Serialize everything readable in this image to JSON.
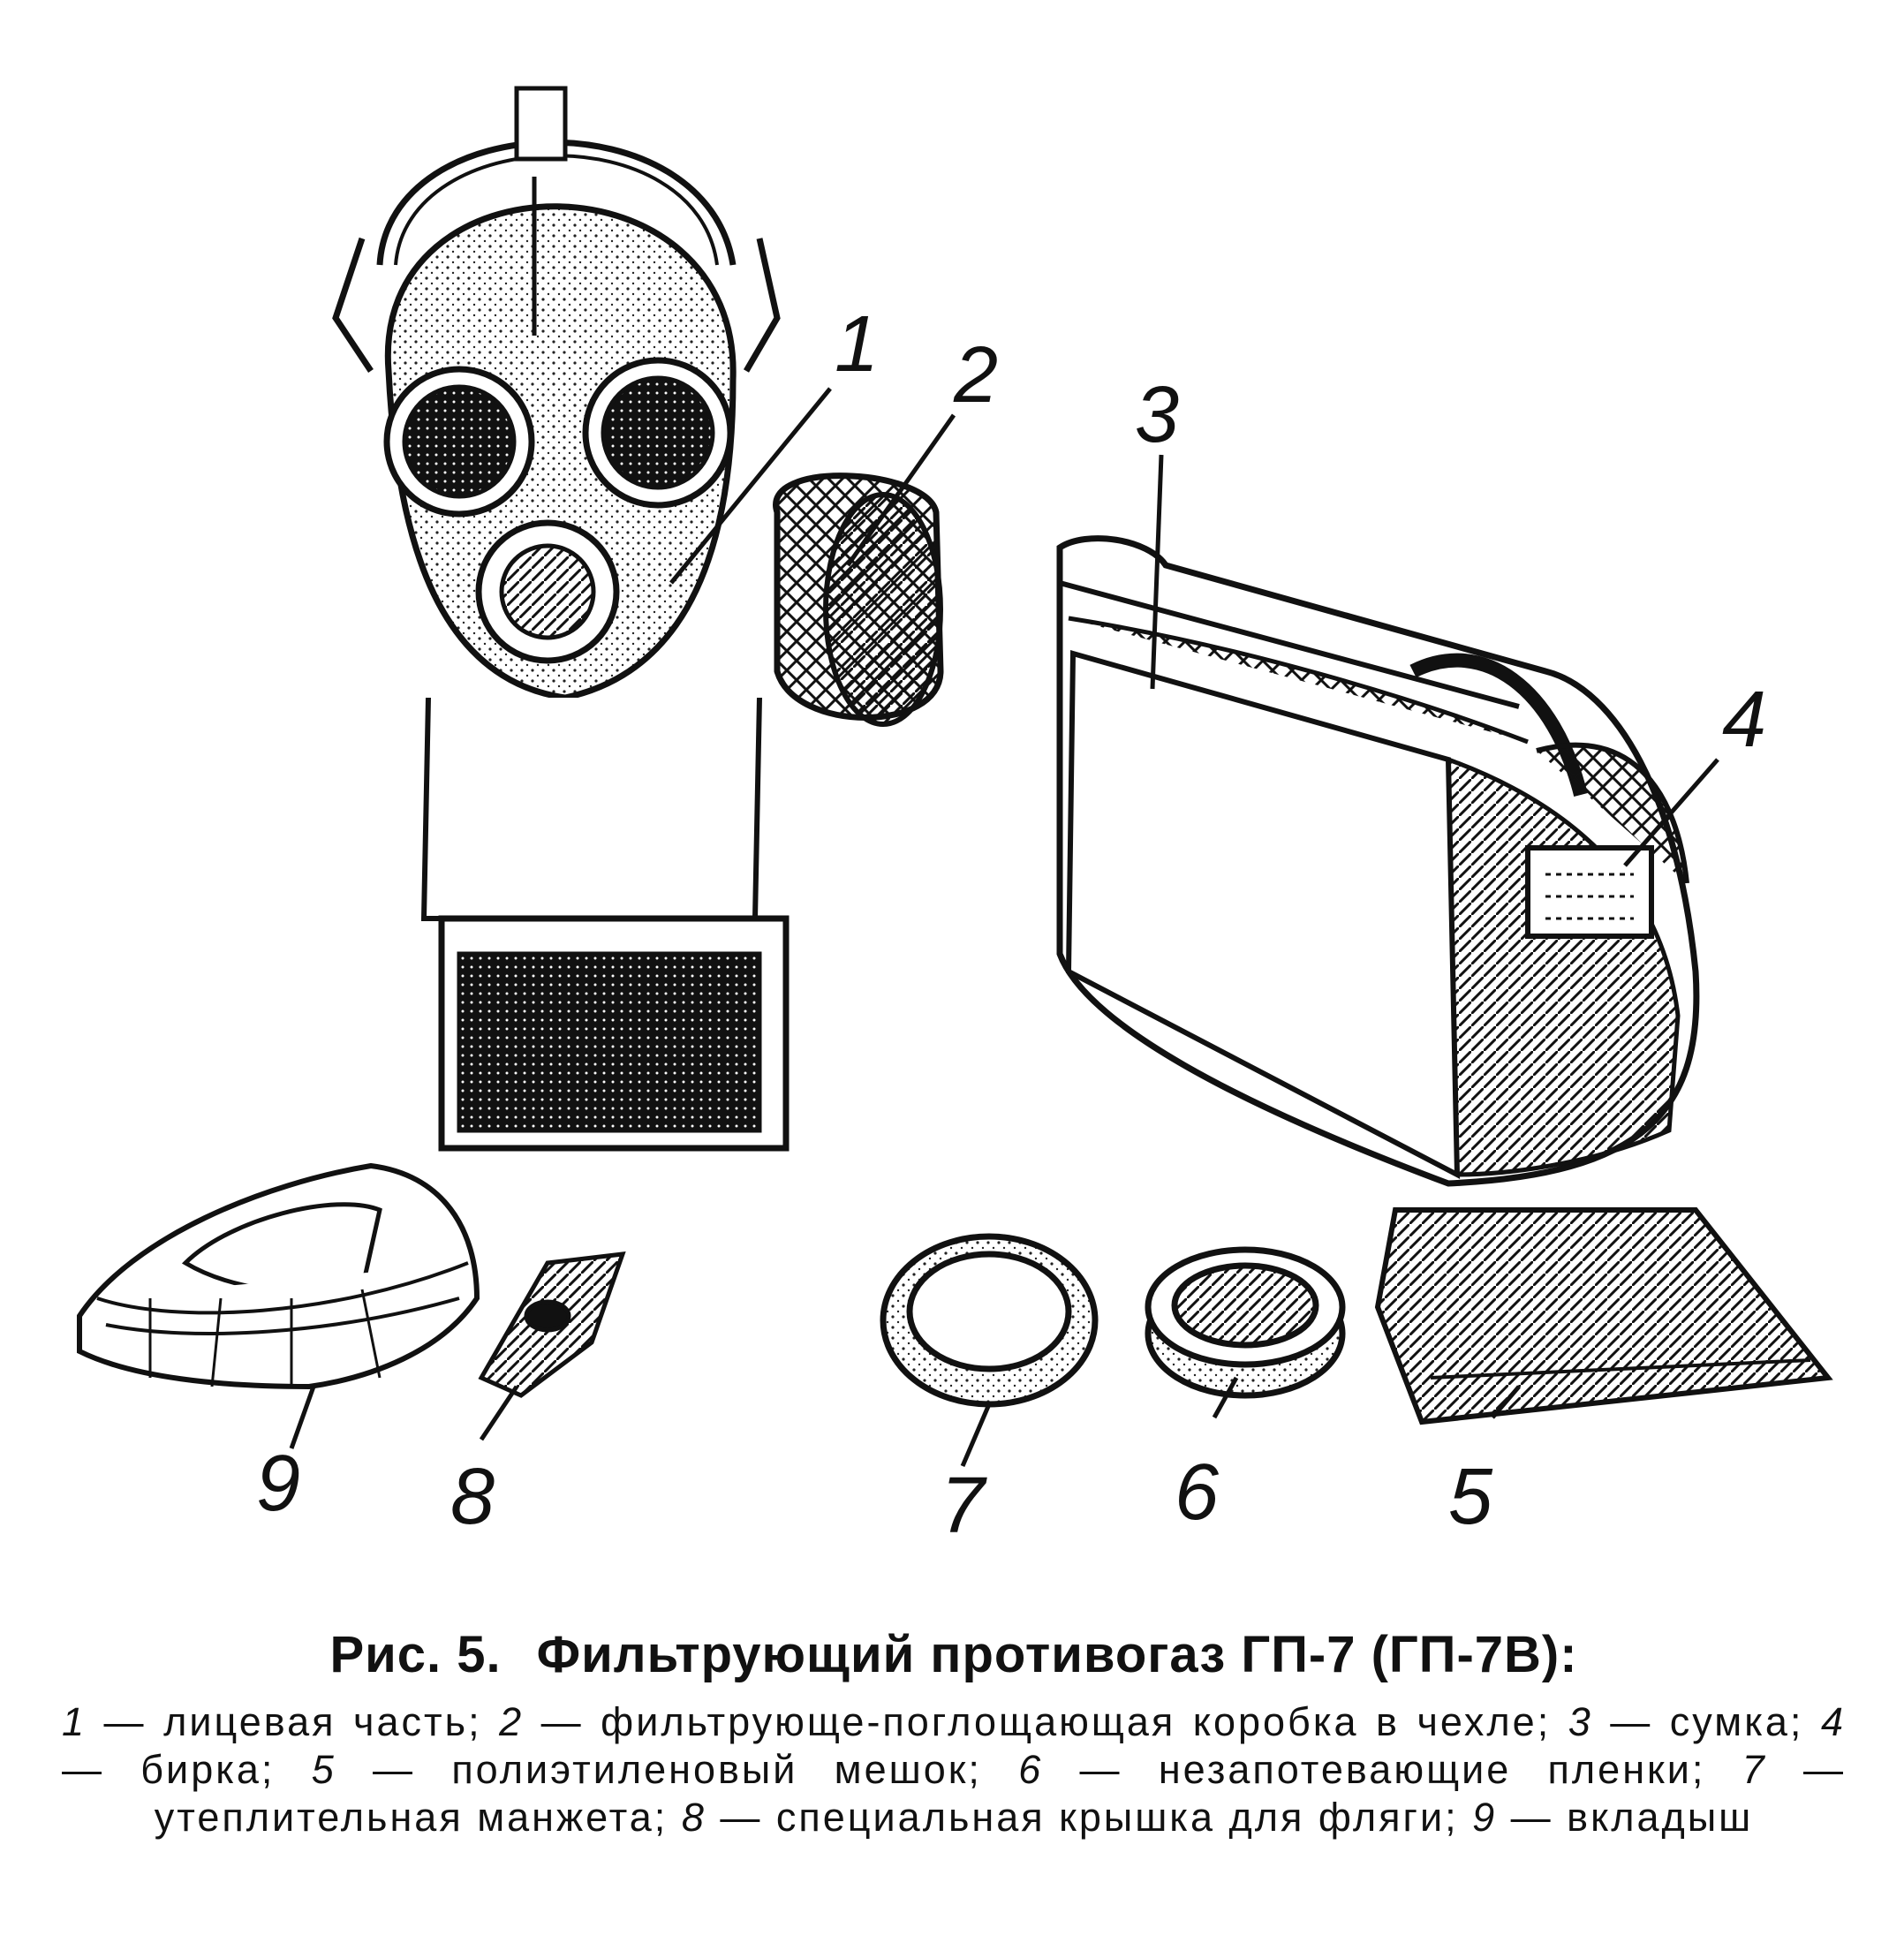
{
  "labels": {
    "n1": "1",
    "n2": "2",
    "n3": "3",
    "n4": "4",
    "n5": "5",
    "n6": "6",
    "n7": "7",
    "n8": "8",
    "n9": "9"
  },
  "caption": {
    "fig": "Рис. 5.",
    "title": "Фильтрующий противогаз ГП-7 (ГП-7В):",
    "items": [
      {
        "num": "1",
        "text": "лицевая часть;"
      },
      {
        "num": "2",
        "text": "фильтрующе-поглощающая коробка в чехле;"
      },
      {
        "num": "3",
        "text": "сумка;"
      },
      {
        "num": "4",
        "text": "бирка;"
      },
      {
        "num": "5",
        "text": "полиэтиленовый мешок;"
      },
      {
        "num": "6",
        "text": "незапотевающие пленки;"
      },
      {
        "num": "7",
        "text": "утеплительная манжета;"
      },
      {
        "num": "8",
        "text": "специальная крышка для фляги;"
      },
      {
        "num": "9",
        "text": "вкладыш"
      }
    ]
  }
}
